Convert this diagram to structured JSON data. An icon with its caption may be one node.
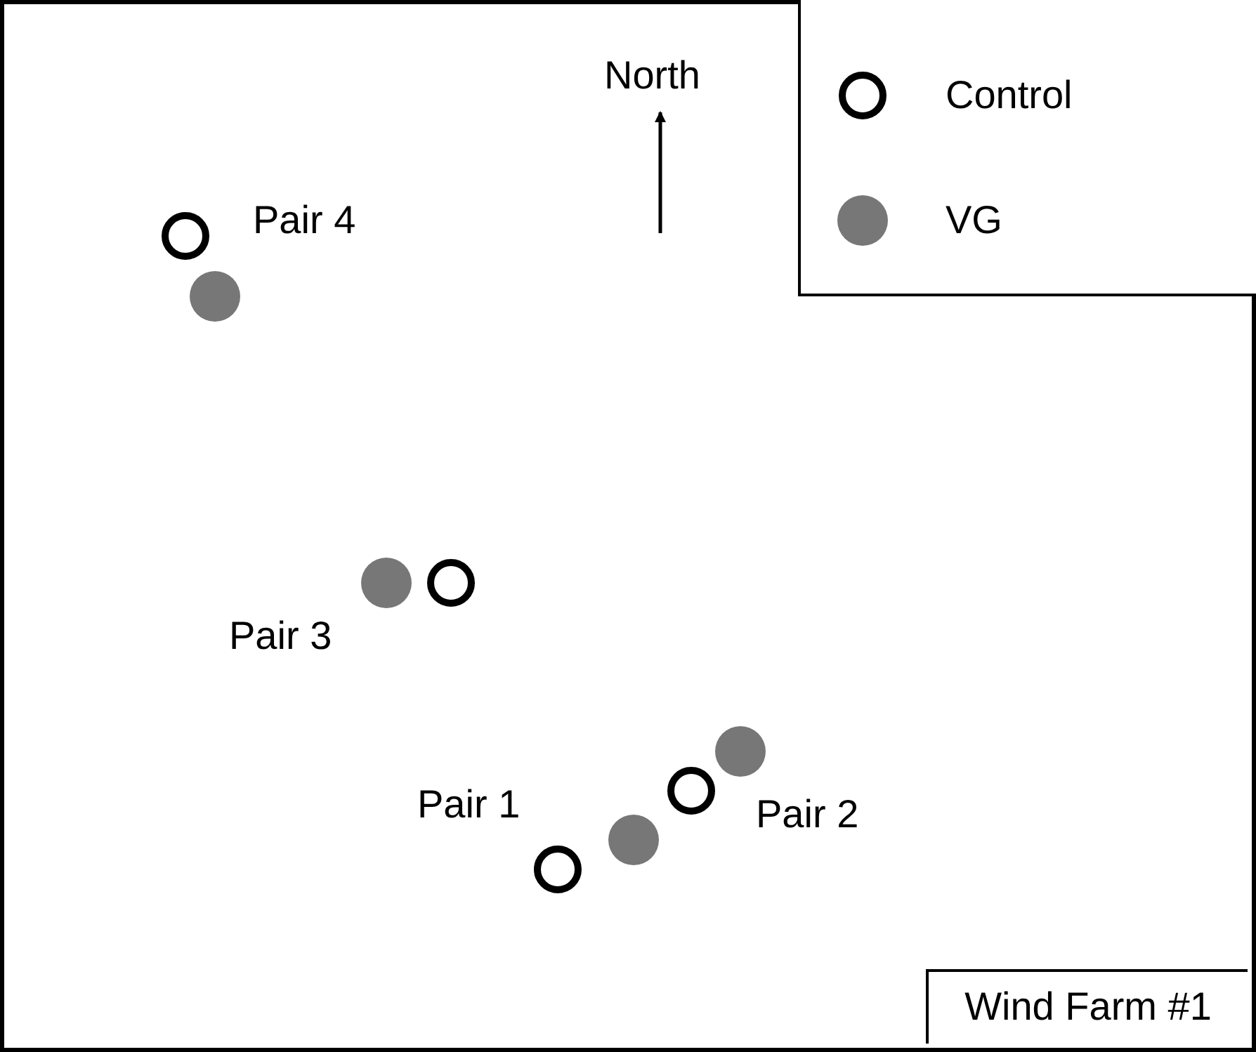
{
  "diagram": {
    "nodes": [
      {
        "text": [],
        "shape": "circle"
      },
      {
        "text": [],
        "shape": "dot"
      },
      {
        "text": [],
        "shape": "dot"
      },
      {
        "text": [],
        "shape": "circle"
      },
      {
        "text": [],
        "shape": "dot"
      },
      {
        "text": [],
        "shape": "circle"
      },
      {
        "text": [],
        "shape": "dot"
      },
      {
        "text": [],
        "shape": "circle"
      },
      {
        "text": [
          "Wind Farm #1"
        ]
      }
    ],
    "edges": [],
    "labels": [
      "North",
      "Pair 4",
      "Pair 3",
      "Pair 1",
      "Pair 2"
    ],
    "legend": [
      {
        "text": "Control"
      },
      {
        "text": "VG",
        "color": "#777777"
      }
    ]
  }
}
